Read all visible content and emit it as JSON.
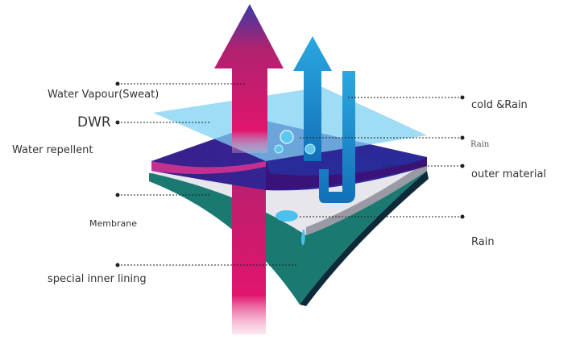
{
  "labels": {
    "water_vapour": "Water Vapour(Sweat)",
    "dwr": "DWR",
    "water_repellent": "Water repellent",
    "membrane": "Membrane",
    "inner_lining": "special inner lining",
    "cold_rain": "cold &Rain",
    "rain_small": "Rain",
    "outer_material": "outer material",
    "rain": "Rain"
  },
  "colors": {
    "dwr_layer": "#7fd0f2",
    "outer_layer": "#3a1f8c",
    "outer_edge": "#c2318f",
    "membrane_layer": "#e8e8ee",
    "lining_layer": "#1a7a72",
    "vapour_arrow_top": "#3b3aa8",
    "vapour_arrow_bottom": "#e0156e",
    "rain_arrow": "#1a9ad8"
  }
}
